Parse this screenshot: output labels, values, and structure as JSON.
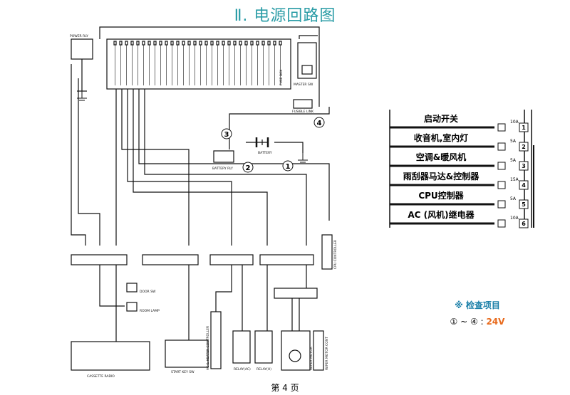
{
  "title": "Ⅱ. 电源回路图",
  "fuse_legend": {
    "items": [
      {
        "label": "启动开关",
        "rating": "10A",
        "number": "1"
      },
      {
        "label": "收音机,室内灯",
        "rating": "5A",
        "number": "2"
      },
      {
        "label": "空调&暖风机",
        "rating": "5A",
        "number": "3"
      },
      {
        "label": "雨刮器马达&控制器",
        "rating": "15A",
        "number": "4"
      },
      {
        "label": "CPU控制器",
        "rating": "5A",
        "number": "5"
      },
      {
        "label": "AC (风机)继电器",
        "rating": "10A",
        "number": "6"
      }
    ]
  },
  "check": {
    "title": "※ 检查项目",
    "range": "① ~ ④ :",
    "value": "24V"
  },
  "page_number": "第 4 页",
  "diagram": {
    "markers": [
      "1",
      "2",
      "3",
      "4"
    ],
    "labels": {
      "power_relay": "POWER RLY",
      "fuse_box": "FUSE BOX",
      "master_sw": "MASTER SW",
      "fusible_link": "FUSIBLE LINK",
      "battery": "BATTERY",
      "battery_relay": "BATTERY RLY",
      "door_sw": "DOOR SW",
      "room_lamp": "ROOM LAMP",
      "cassette_radio": "CASSETTE RADIO",
      "start_key_sw": "START KEY SW",
      "ac_heater_controller": "AC & HEATER CONTROLLER",
      "relay_ac": "RELAY(AC)",
      "relay_h": "RELAY(H)",
      "wiper_motor": "WIPER MOTOR",
      "wiper_motor_cont": "WIPER MOTOR CONT",
      "cpu_controller": "CPU CONTROLLER"
    }
  }
}
